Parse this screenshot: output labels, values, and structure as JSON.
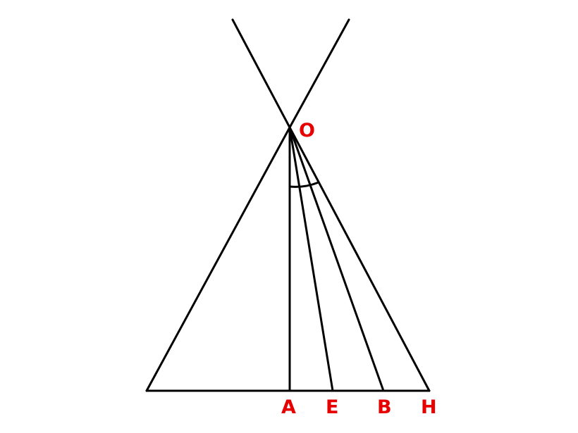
{
  "labels": {
    "O": "O",
    "A": "A",
    "E": "E",
    "B": "B",
    "H": "H"
  },
  "colors": {
    "lines": "#000000",
    "labels": "#e60000"
  }
}
